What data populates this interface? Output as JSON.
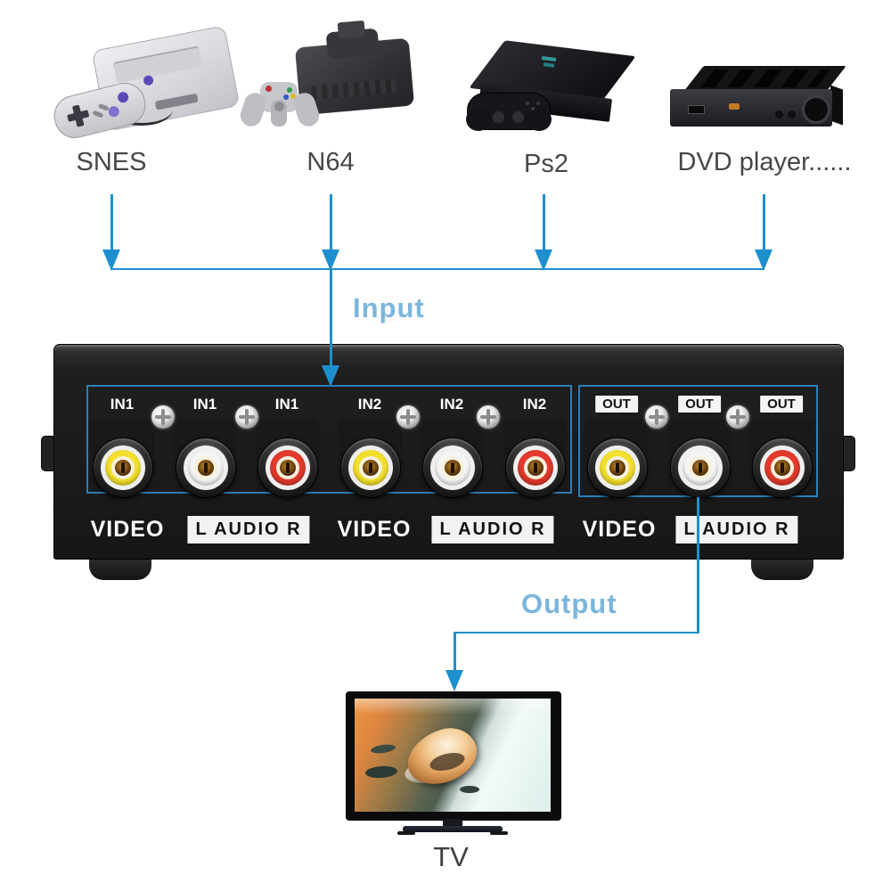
{
  "devices": [
    {
      "id": "snes",
      "label": "SNES"
    },
    {
      "id": "n64",
      "label": "N64"
    },
    {
      "id": "ps2",
      "label": "Ps2"
    },
    {
      "id": "dvd-player",
      "label": "DVD player......"
    }
  ],
  "flow": {
    "input_label": "Input",
    "output_label": "Output"
  },
  "switcher": {
    "jack_labels": [
      {
        "text": "IN1",
        "color": "#f2df2e",
        "boxed": false
      },
      {
        "text": "IN1",
        "color": "#f5f5f5",
        "boxed": false
      },
      {
        "text": "IN1",
        "color": "#e23a2c",
        "boxed": false
      },
      {
        "text": "IN2",
        "color": "#f2df2e",
        "boxed": false
      },
      {
        "text": "IN2",
        "color": "#f5f5f5",
        "boxed": false
      },
      {
        "text": "IN2",
        "color": "#e23a2c",
        "boxed": false
      },
      {
        "text": "OUT",
        "color": "#f2df2e",
        "boxed": true
      },
      {
        "text": "OUT",
        "color": "#f5f5f5",
        "boxed": true
      },
      {
        "text": "OUT",
        "color": "#e23a2c",
        "boxed": true
      }
    ],
    "bottom_labels": [
      {
        "text": "VIDEO",
        "boxed": false
      },
      {
        "text": "L AUDIO R",
        "boxed": true
      },
      {
        "text": "VIDEO",
        "boxed": false
      },
      {
        "text": "L AUDIO R",
        "boxed": true
      },
      {
        "text": "VIDEO",
        "boxed": false
      },
      {
        "text": "L AUDIO R",
        "boxed": true
      }
    ]
  },
  "tv": {
    "label": "TV"
  },
  "colors": {
    "arrow_blue": "#1e8fce",
    "flow_text_blue": "#7cb6dd",
    "panel_outline_blue": "#2b7fb8"
  }
}
